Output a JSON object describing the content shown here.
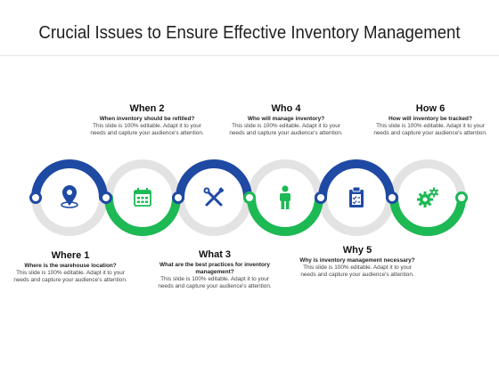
{
  "slide": {
    "title": "Crucial Issues to Ensure Effective Inventory Management"
  },
  "colors": {
    "blue": "#1f4aa3",
    "green": "#1db954",
    "ring": "#e3e3e3"
  },
  "steps": [
    {
      "heading": "Where 1",
      "question": "Where is the warehouse location?",
      "description": "This slide is 100% editable. Adapt it to your needs and capture your audience's attention.",
      "icon": "location-pin-icon"
    },
    {
      "heading": "When 2",
      "question": "When inventory should be refilled?",
      "description": "This slide is 100% editable. Adapt it to your needs and capture your audience's attention.",
      "icon": "calendar-icon"
    },
    {
      "heading": "What 3",
      "question": "What are the best practices for inventory management?",
      "description": "This slide is 100% editable. Adapt it to your needs and capture your audience's attention.",
      "icon": "tools-icon"
    },
    {
      "heading": "Who 4",
      "question": "Who will manage inventory?",
      "description": "This slide is 100% editable. Adapt it to your needs and capture your audience's attention.",
      "icon": "person-icon"
    },
    {
      "heading": "Why 5",
      "question": "Why is inventory management necessary?",
      "description": "This slide is 100% editable. Adapt it to your needs and capture your audience's attention.",
      "icon": "clipboard-icon"
    },
    {
      "heading": "How 6",
      "question": "How will inventory be tracked?",
      "description": "This slide is 100% editable. Adapt it to your needs and capture your audience's attention.",
      "icon": "gears-icon"
    }
  ]
}
